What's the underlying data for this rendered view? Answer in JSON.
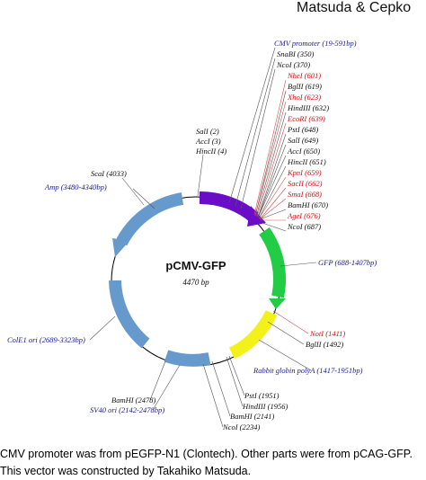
{
  "header": {
    "authors": "Matsuda & Cepko"
  },
  "plasmid": {
    "name": "pCMV-GFP",
    "size": "4470 bp"
  },
  "features": [
    {
      "name": "cmv-promoter",
      "label": "CMV promoter (19-591bp)",
      "color": "#6a0dc8"
    },
    {
      "name": "gfp",
      "label": "GFP (688-1407bp)",
      "color": "#22cc44"
    },
    {
      "name": "rabbit-globin-polya",
      "label": "Rabbit globin polyA (1417-1951bp)",
      "color": "#f2f21a"
    },
    {
      "name": "sv40-ori",
      "label": "SV40 ori (2142-2478bp)",
      "color": "#6699cc"
    },
    {
      "name": "colei-ori",
      "label": "ColE1 ori (2689-3323bp)",
      "color": "#6699cc"
    },
    {
      "name": "amp",
      "label": "Amp (3480-4340bp)",
      "color": "#6699cc"
    }
  ],
  "sites": {
    "top_left": [
      "SalI (2)",
      "AccI (3)",
      "HincII (4)"
    ],
    "right_cluster": [
      {
        "label": "SnaBI (350)",
        "red": false
      },
      {
        "label": "NcoI (370)",
        "red": false
      },
      {
        "label": "NheI (601)",
        "red": true
      },
      {
        "label": "BglII (619)",
        "red": false
      },
      {
        "label": "XhoI (623)",
        "red": true
      },
      {
        "label": "HindIII (632)",
        "red": false
      },
      {
        "label": "EcoRI (639)",
        "red": true
      },
      {
        "label": "PstI (648)",
        "red": false
      },
      {
        "label": "SalI (649)",
        "red": false
      },
      {
        "label": "AccI (650)",
        "red": false
      },
      {
        "label": "HincII (651)",
        "red": false
      },
      {
        "label": "KpnI (659)",
        "red": true
      },
      {
        "label": "SacII (662)",
        "red": true
      },
      {
        "label": "SmaI (668)",
        "red": true
      },
      {
        "label": "BamHI (670)",
        "red": false
      },
      {
        "label": "AgeI (676)",
        "red": true
      },
      {
        "label": "NcoI (687)",
        "red": false
      }
    ],
    "notI": "NotI (1411)",
    "bglII": "BglII (1492)",
    "bottom": [
      "PstI (1951)",
      "HindIII (1956)",
      "BamHI (2141)",
      "NcoI (2234)"
    ],
    "bamHI_2478": "BamHI (2478)",
    "scaI": "ScaI (4033)"
  },
  "caption": {
    "line1": "CMV promoter was from pEGFP-N1 (Clontech). Other parts were from pCAG-GFP.",
    "line2": "This vector was constructed by Takahiko Matsuda."
  }
}
